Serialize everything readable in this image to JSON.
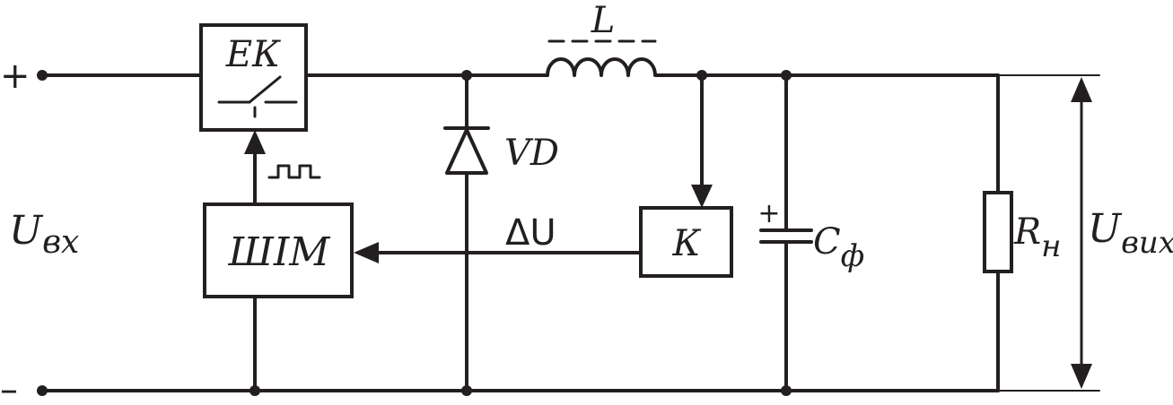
{
  "diagram": {
    "terminals": {
      "plus": "+",
      "minus": "–"
    },
    "input_voltage": {
      "main": "U",
      "sub": "вх"
    },
    "output_voltage": {
      "main": "U",
      "sub": "вих"
    },
    "blocks": {
      "switch": "ЕК",
      "pwm": "ШІМ",
      "comparator": "К"
    },
    "inductor": "L",
    "diode": "VD",
    "error_signal": "ΔU",
    "capacitor": {
      "main": "C",
      "sub": "ф",
      "polarity": "+"
    },
    "load": {
      "main": "R",
      "sub": "н"
    }
  }
}
